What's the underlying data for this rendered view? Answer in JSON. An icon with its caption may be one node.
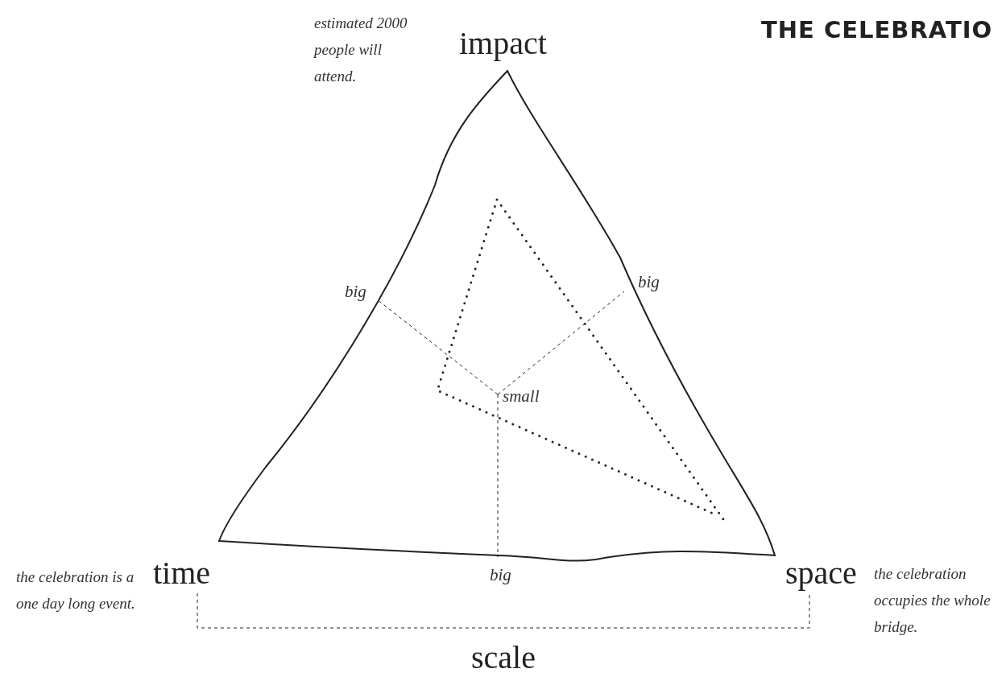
{
  "diagram": {
    "title": "THE CELEBRATIO",
    "labels": [
      "estimated 2000 people will attend.",
      "impact",
      "big",
      "big",
      "small",
      "the celebration is a one day long event.",
      "time",
      "big",
      "space",
      "the celebration occupies the whole bridge.",
      "scale"
    ]
  }
}
